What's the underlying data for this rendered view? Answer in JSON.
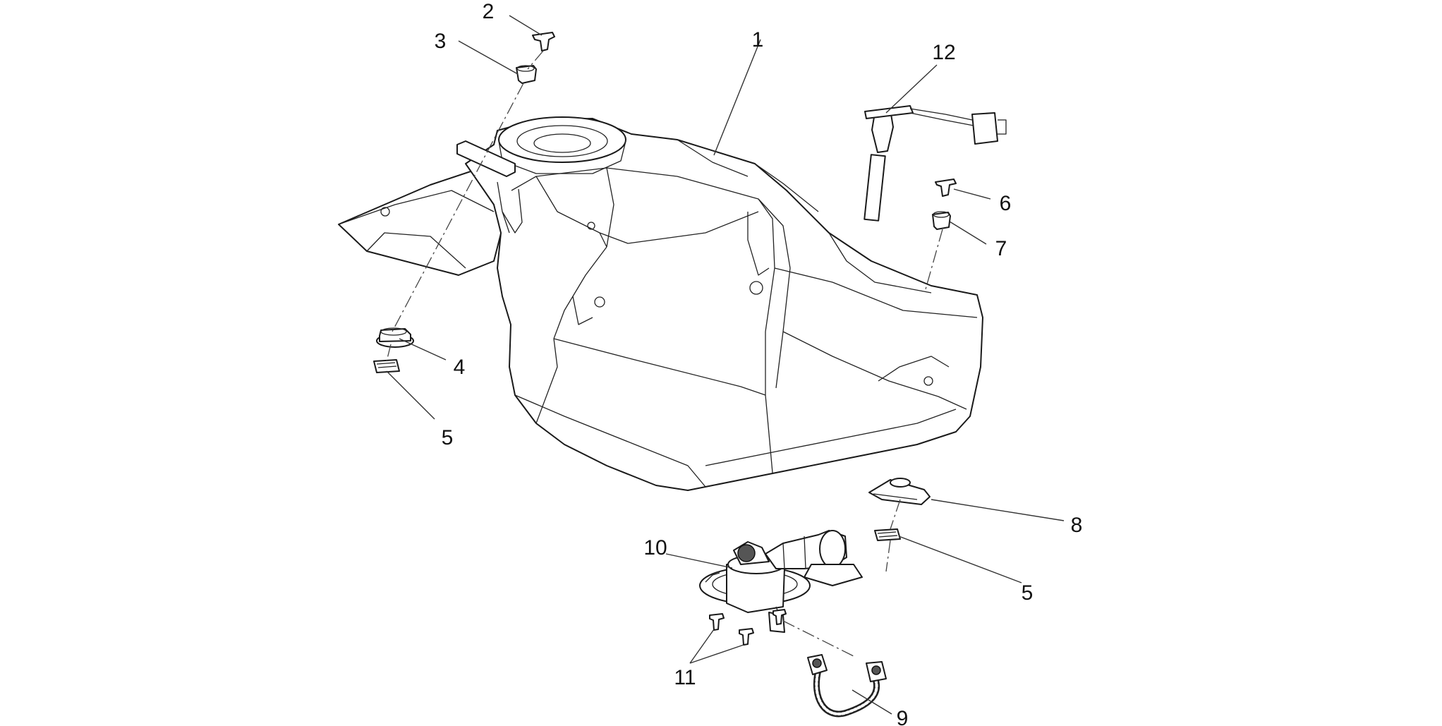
{
  "callouts": {
    "c1": "1",
    "c2": "2",
    "c3": "3",
    "c4": "4",
    "c5a": "5",
    "c5b": "5",
    "c6": "6",
    "c7": "7",
    "c8": "8",
    "c9": "9",
    "c10": "10",
    "c11": "11",
    "c12": "12"
  }
}
